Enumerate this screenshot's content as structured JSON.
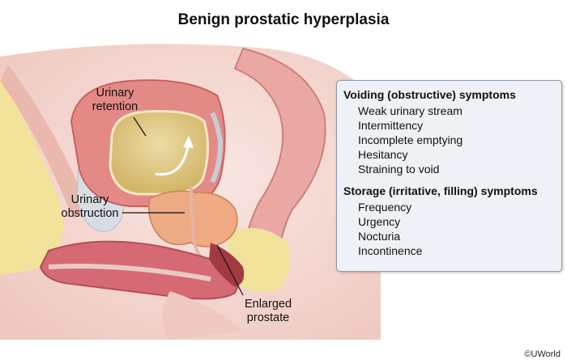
{
  "title": "Benign prostatic hyperplasia",
  "labels": {
    "retention": [
      "Urinary",
      "retention"
    ],
    "obstruction": [
      "Urinary",
      "obstruction"
    ],
    "prostate": [
      "Enlarged",
      "prostate"
    ]
  },
  "symptoms": [
    {
      "heading": "Voiding (obstructive) symptoms",
      "items": [
        "Weak urinary stream",
        "Intermittency",
        "Incomplete emptying",
        "Hesitancy",
        "Straining to void"
      ]
    },
    {
      "heading": "Storage (irritative, filling) symptoms",
      "items": [
        "Frequency",
        "Urgency",
        "Nocturia",
        "Incontinence"
      ]
    }
  ],
  "copyright": "©UWorld",
  "colors": {
    "bladder_wall": "#e38a87",
    "urine": "#dcc27c",
    "prostate": "#eeaa82",
    "skin": "#f6dcd6",
    "fat": "#f3e29a",
    "bone": "#d8dde4",
    "panel_bg": "#eef1f5",
    "panel_border": "#8e9bab"
  }
}
